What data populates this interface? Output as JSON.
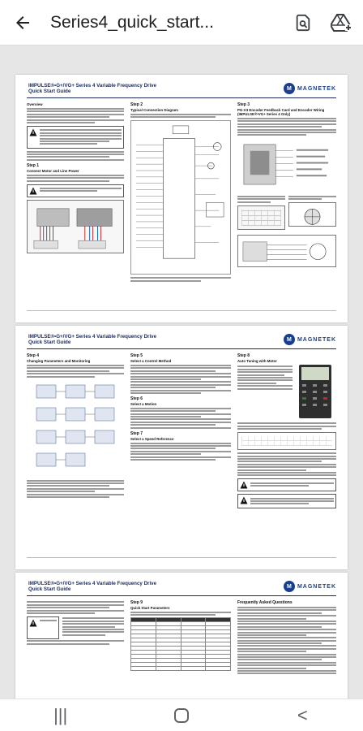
{
  "appbar": {
    "title": "Series4_quick_start...",
    "back_icon": "arrow-left-icon",
    "search_icon": "search-document-icon",
    "drive_icon": "add-to-drive-icon"
  },
  "pages": [
    {
      "header": "IMPULSE®•G+/VG+ Series 4 Variable Frequency Drive\nQuick Start Guide",
      "logo": "MAGNETEK",
      "col1": {
        "section": "Overview",
        "step": "Step 1",
        "step_title": "Connect Motor and Line Power"
      },
      "col2": {
        "step": "Step 2",
        "step_title": "Typical Connection Diagram"
      },
      "col3": {
        "step": "Step 3",
        "step_title": "PG-X3 Encoder Feedback Card and Encoder Wiring (IMPULSE®•VG+ Series 4 Only)"
      }
    },
    {
      "header": "IMPULSE®•G+/VG+ Series 4 Variable Frequency Drive\nQuick Start Guide",
      "logo": "MAGNETEK",
      "col1": {
        "step": "Step 4",
        "step_title": "Changing Parameters and Monitoring"
      },
      "col2": {
        "step": "Step 5",
        "step_title": "Select a Control Method",
        "step2": "Step 6",
        "step2_title": "Select a Motion",
        "step3": "Step 7",
        "step3_title": "Select a Speed Reference"
      },
      "col3": {
        "step": "Step 8",
        "step_title": "Auto Tuning with Motor"
      }
    },
    {
      "header": "IMPULSE®•G+/VG+ Series 4 Variable Frequency Drive\nQuick Start Guide",
      "logo": "MAGNETEK",
      "col2": {
        "step": "Step 9",
        "step_title": "Quick Start Parameters"
      },
      "col3": {
        "step_title": "Frequently Asked Questions"
      }
    }
  ],
  "navbar": {
    "recents": "|||",
    "home_icon": "home-icon",
    "back": "<"
  }
}
